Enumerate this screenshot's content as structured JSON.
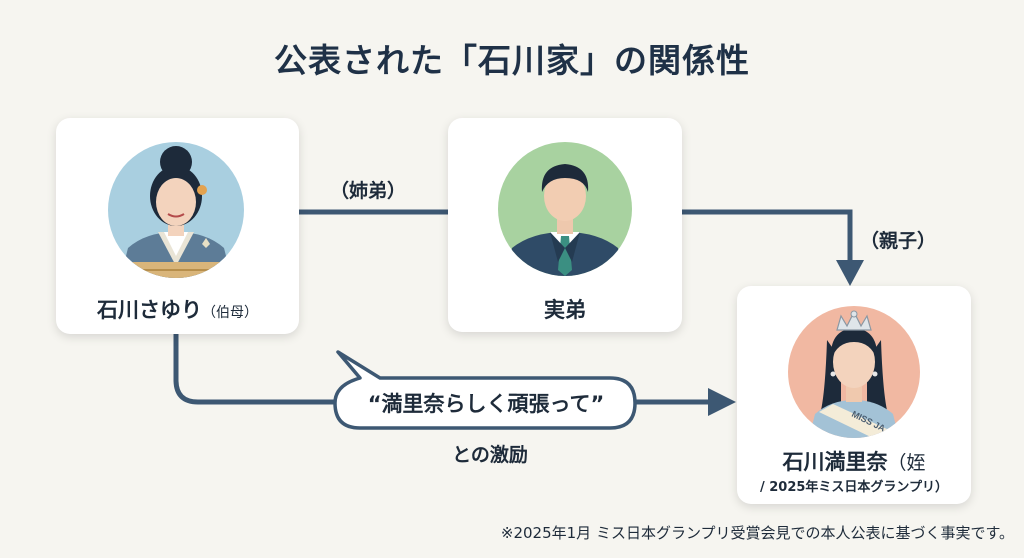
{
  "title": "公表された「石川家」の関係性",
  "people": {
    "aunt": {
      "label": "石川さゆり",
      "role": "（伯母）"
    },
    "brother": {
      "label": "実弟"
    },
    "niece": {
      "label": "石川満里奈",
      "role": "（姪",
      "subtitle": "/ 2025年ミス日本グランプリ）",
      "sash_text": "MISS JA"
    }
  },
  "relations": {
    "siblings": "（姉弟）",
    "parent_child": "（親子）"
  },
  "message": {
    "quote": "“満里奈らしく頑張って”",
    "caption": "との激励"
  },
  "footnote": "※2025年1月 ミス日本グランプリ受賞会見での本人公表に基づく事実です。",
  "colors": {
    "line": "#3d5873",
    "aunt_bg": "#a9cfe0",
    "brother_bg": "#a8d2a0",
    "niece_bg": "#f1b8a2"
  }
}
